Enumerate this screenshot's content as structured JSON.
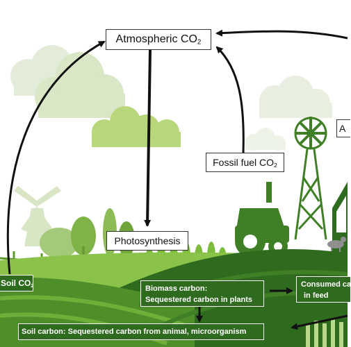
{
  "nodes": {
    "atmospheric": {
      "text": "Atmospheric CO",
      "sub": "2"
    },
    "fossil": {
      "text": "Fossil fuel CO",
      "sub": "2"
    },
    "photosynthesis": {
      "text": "Photosynthesis"
    },
    "soil_co2": {
      "text": "Soil CO",
      "sub": "2"
    },
    "biomass": {
      "line1": "Biomass carbon:",
      "line2": "Sequestered carbon in plants"
    },
    "consumed": {
      "line1": "Consumed ca",
      "line2": "in feed"
    },
    "soil_carbon": {
      "text": "Soil carbon: Sequestered carbon from animal, microorganism"
    },
    "animal_partial": {
      "text": "A"
    }
  },
  "colors": {
    "cloud": "#b7d77a",
    "cloud_pale": "#e2ecd8",
    "field_dark": "#2f6b1e",
    "field_mid": "#4f8f2a",
    "field_light": "#8bc34a",
    "arrow": "#111111"
  }
}
